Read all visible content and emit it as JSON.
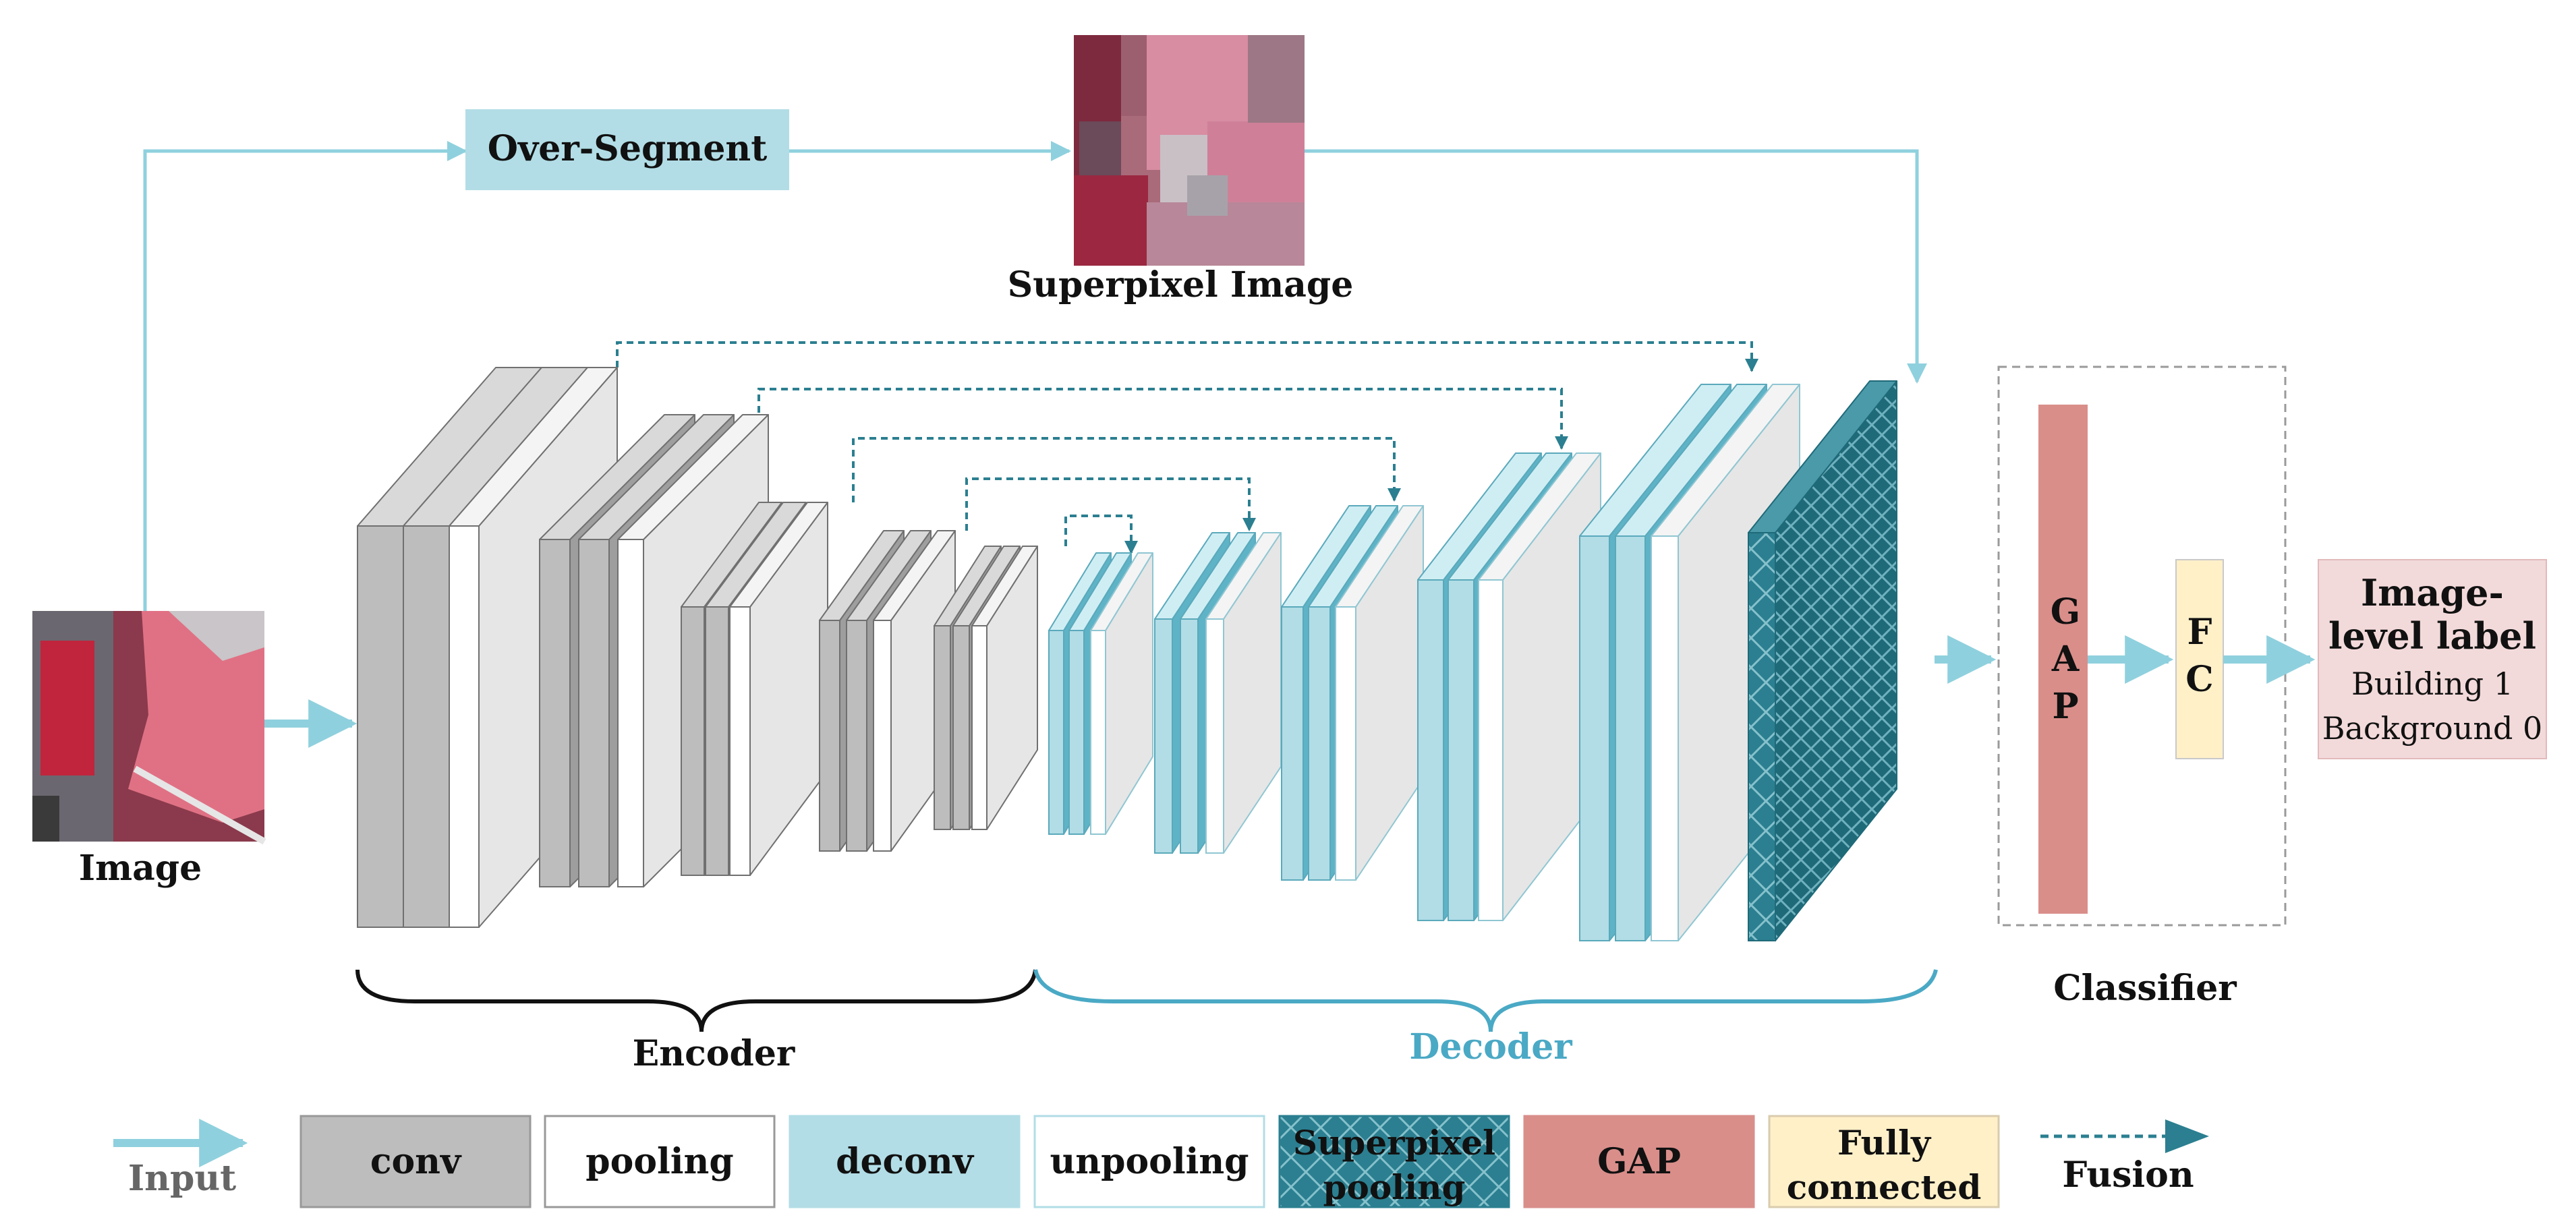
{
  "top": {
    "over_segment": "Over-Segment",
    "superpixel_image": "Superpixel Image"
  },
  "input_image_label": "Image",
  "braces": {
    "encoder": "Encoder",
    "decoder": "Decoder"
  },
  "classifier": {
    "title": "Classifier",
    "gap_letters": [
      "G",
      "A",
      "P"
    ],
    "fc_letters": [
      "F",
      "C"
    ]
  },
  "output": {
    "title_line1": "Image-",
    "title_line2": "level label",
    "building": "Building  1",
    "background": "Background 0"
  },
  "legend": {
    "input": "Input",
    "conv": "conv",
    "pooling": "pooling",
    "deconv": "deconv",
    "unpooling": "unpooling",
    "superpixel_line1": "Superpixel",
    "superpixel_line2": "pooling",
    "gap": "GAP",
    "fully_line1": "Fully",
    "fully_line2": "connected",
    "fusion": "Fusion"
  },
  "colors": {
    "conv": "#bdbdbd",
    "pooling": "#ffffff",
    "deconv": "#b2dde6",
    "unpooling": "#ffffff",
    "superpixel_pooling": "#2b7f90",
    "gap": "#d98e8a",
    "fully_connected": "#fff0c8",
    "arrow": "#8fd0de",
    "fusion": "#2b7f90",
    "decoder_text": "#4aa9c5",
    "label_box": "#f3dada"
  }
}
